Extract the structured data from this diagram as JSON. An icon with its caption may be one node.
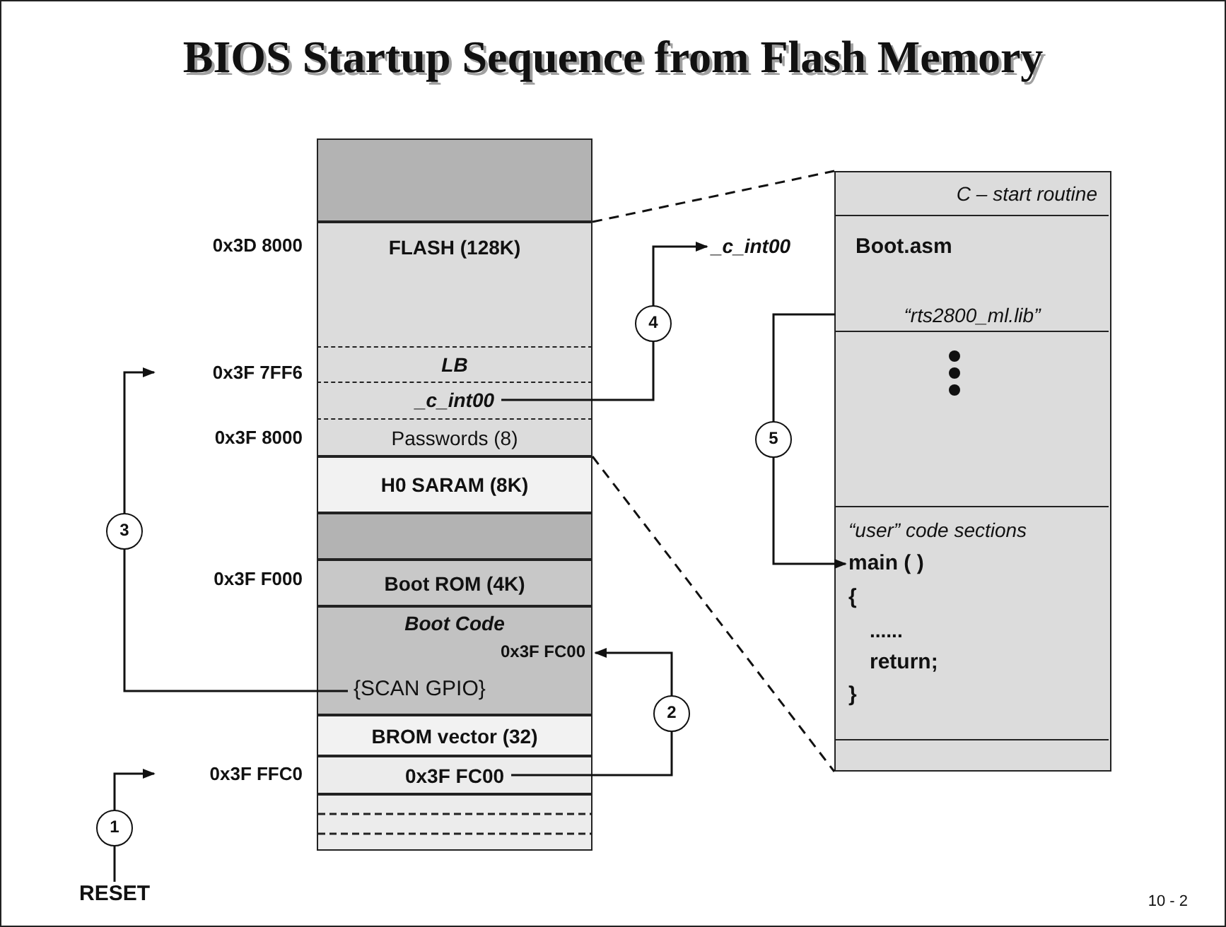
{
  "diagram": {
    "title": "BIOS Startup Sequence from Flash Memory",
    "nodes": [
      {
        "text": [],
        "shape": "box"
      },
      {
        "text": [
          "FLASH (128K)"
        ]
      },
      {
        "text": [
          "LB"
        ]
      },
      {
        "text": [
          "_c_int00"
        ]
      },
      {
        "text": [
          "Passwords (8)"
        ]
      },
      {
        "text": [
          "H0 SARAM (8K)"
        ]
      },
      {
        "text": [],
        "shape": "box"
      },
      {
        "text": [
          "Boot ROM (4K)"
        ]
      },
      {
        "text": [
          "Boot Code"
        ]
      },
      {
        "text": [
          "0x3F FC00"
        ],
        "in": 8
      },
      {
        "text": [
          "{SCAN GPIO}"
        ],
        "in": 8
      },
      {
        "text": [
          "BROM vector (32)"
        ]
      },
      {
        "text": [
          "0x3F FC00"
        ]
      },
      {
        "text": [],
        "shape": "box"
      },
      {
        "text": [
          "0x3F 7FF6"
        ]
      },
      {
        "text": [
          "0x3F FFC0"
        ]
      },
      {
        "text": [
          "RESET"
        ]
      },
      {
        "text": [
          "_c_int00"
        ]
      },
      {
        "text": [],
        "shape": "box"
      },
      {
        "text": [
          "C – start routine"
        ],
        "in": 18
      },
      {
        "text": [
          "Boot.asm",
          "“rts2800_ml.lib”"
        ],
        "in": 18
      },
      {
        "text": [],
        "shape": "box",
        "in": 18
      },
      {
        "text": [
          "“user” code sections",
          "main ( )",
          "{",
          "......",
          "return;",
          "}"
        ],
        "in": 18
      },
      {
        "text": [],
        "shape": "box",
        "in": 18
      }
    ],
    "edges": [
      {
        "from": 16,
        "to": 15,
        "arrow": "to",
        "label": "1"
      },
      {
        "from": 12,
        "to": 9,
        "arrow": "to",
        "label": "2"
      },
      {
        "from": 10,
        "to": 14,
        "arrow": "to",
        "label": "3"
      },
      {
        "from": 3,
        "to": 17,
        "arrow": "to",
        "label": "4"
      },
      {
        "from": 20,
        "to": 22,
        "arrow": "to",
        "label": "5"
      },
      {
        "from": 1,
        "to": 18,
        "arrow": "none",
        "style": "dashed"
      },
      {
        "from": 4,
        "to": 18,
        "arrow": "none",
        "style": "dashed"
      }
    ],
    "labels": [
      "0x3D 8000",
      "0x3F 8000",
      "0x3F F000",
      "10 - 2"
    ]
  }
}
